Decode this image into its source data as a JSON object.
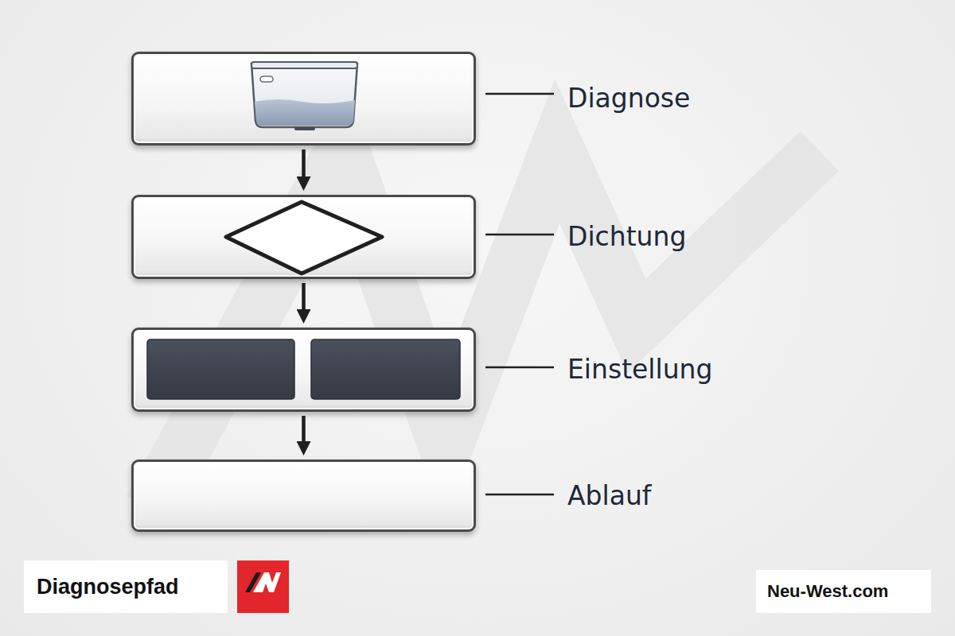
{
  "diagram": {
    "title": "Diagnosepfad",
    "nodes": [
      {
        "text": [
          "Diagnose"
        ]
      },
      {
        "text": [
          "Dichtung"
        ]
      },
      {
        "text": [
          "Einstellung"
        ]
      },
      {
        "text": [
          "Ablauf"
        ]
      }
    ],
    "edges": [
      {
        "from": 0,
        "to": 1,
        "arrow": "to"
      },
      {
        "from": 1,
        "to": 2,
        "arrow": "to"
      },
      {
        "from": 2,
        "to": 3,
        "arrow": "to"
      }
    ],
    "labels": [
      "Neu-West.com"
    ]
  }
}
